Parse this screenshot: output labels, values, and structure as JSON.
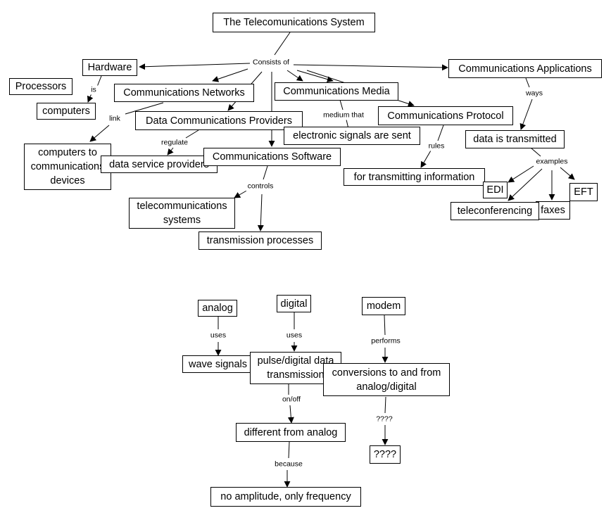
{
  "nodes": {
    "telecom_system": "The Telecomunications System",
    "hardware": "Hardware",
    "processors": "Processors",
    "computers": "computers",
    "comm_networks": "Communications Networks",
    "comm_media": "Communications Media",
    "comm_applications": "Communications Applications",
    "data_comm_providers": "Data Communications Providers",
    "electronic_signals": "electronic signals are sent",
    "comm_protocol": "Communications Protocol",
    "data_transmitted": "data is transmitted",
    "computers_to_comm": "computers to communications devices",
    "data_service_providers": "data service providers",
    "comm_software": "Communications Software",
    "transmitting_info": "for transmitting information",
    "edi": "EDI",
    "eft": "EFT",
    "faxes": "faxes",
    "teleconferencing": "teleconferencing",
    "telecom_systems": "telecommunications systems",
    "transmission_processes": "transmission processes",
    "analog": "analog",
    "digital": "digital",
    "modem": "modem",
    "wave_signals": "wave signals",
    "pulse_digital": "pulse/digital data transmission",
    "conversions": "conversions to and from analog/digital",
    "different_from_analog": "different from analog",
    "unknown": "????",
    "no_amplitude": "no amplitude, only frequency"
  },
  "labels": {
    "consists_of": "Consists of",
    "is": "is",
    "link": "link",
    "regulate": "regulate",
    "medium_that": "medium that",
    "rules": "rules",
    "ways": "ways",
    "examples": "examples",
    "controls": "controls",
    "uses_analog": "uses",
    "uses_digital": "uses",
    "performs": "performs",
    "on_off": "on/off",
    "because": "because",
    "unknown_link": "????"
  }
}
